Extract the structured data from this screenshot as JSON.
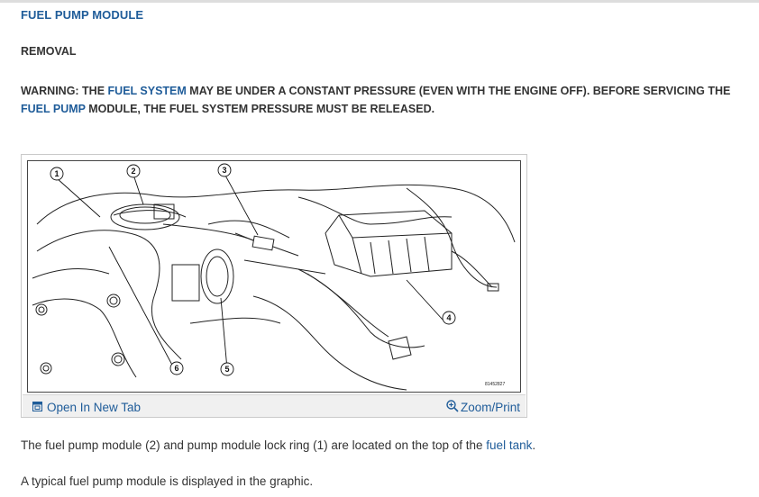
{
  "document": {
    "title": "FUEL PUMP MODULE",
    "section": "REMOVAL",
    "warning": {
      "prefix": "WARNING: THE ",
      "link1": "FUEL SYSTEM",
      "middle": " MAY BE UNDER A CONSTANT PRESSURE (EVEN WITH THE ENGINE OFF). BEFORE SERVICING THE ",
      "link2": "FUEL PUMP",
      "suffix": " MODULE, THE FUEL SYSTEM PRESSURE MUST BE RELEASED."
    },
    "paragraph1": {
      "text": "The fuel pump module (2) and pump module lock ring (1) are located on the top of the ",
      "link": "fuel tank",
      "end": "."
    },
    "paragraph2": "A typical fuel pump module is displayed in the graphic."
  },
  "figure": {
    "callouts": [
      "1",
      "2",
      "3",
      "4",
      "5",
      "6"
    ],
    "code": "81452827",
    "open_tab_label": "Open In New Tab",
    "zoom_label": "Zoom/Print",
    "open_tab_icon": "open-tab-icon",
    "zoom_icon": "zoom-in-icon"
  }
}
